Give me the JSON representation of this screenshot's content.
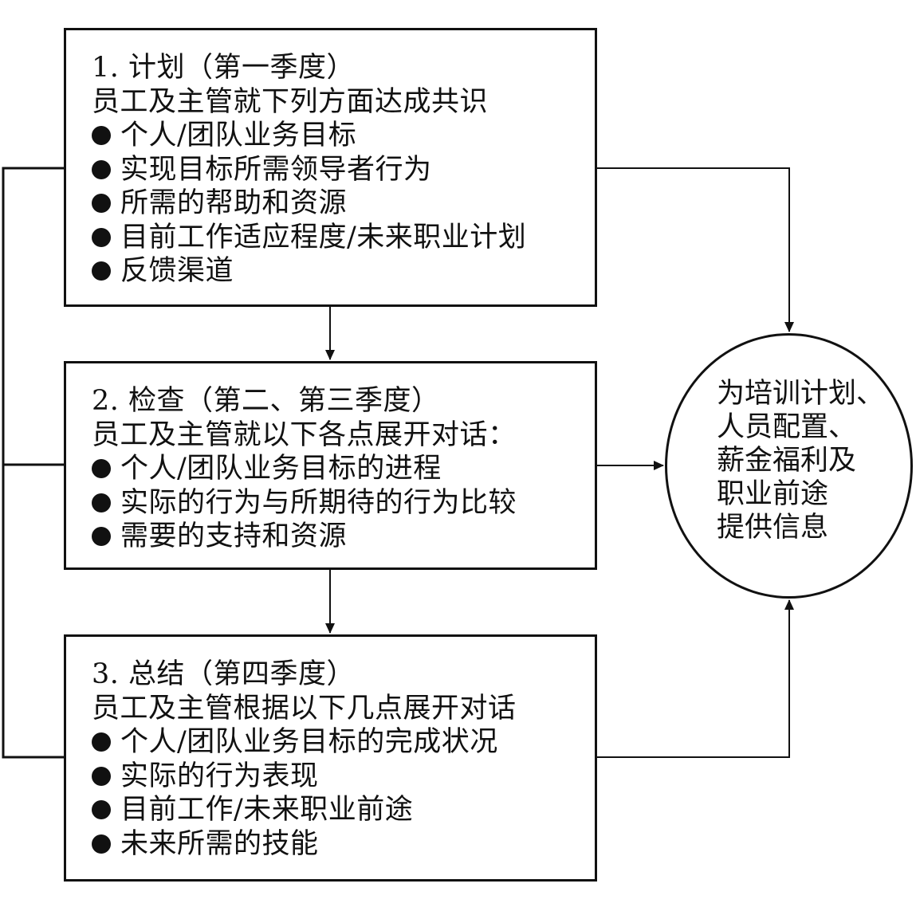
{
  "colors": {
    "line": "#111111",
    "background": "#ffffff"
  },
  "boxes": [
    {
      "title": "1. 计划（第一季度）",
      "subtitle": "员工及主管就下列方面达成共识",
      "items": [
        "个人/团队业务目标",
        "实现目标所需领导者行为",
        "所需的帮助和资源",
        "目前工作适应程度/未来职业计划",
        "反馈渠道"
      ]
    },
    {
      "title": "2. 检查（第二、第三季度）",
      "subtitle": "员工及主管就以下各点展开对话：",
      "items": [
        "个人/团队业务目标的进程",
        "实际的行为与所期待的行为比较",
        "需要的支持和资源"
      ]
    },
    {
      "title": "3. 总结（第四季度）",
      "subtitle": "员工及主管根据以下几点展开对话",
      "items": [
        "个人/团队业务目标的完成状况",
        "实际的行为表现",
        "目前工作/未来职业前途",
        "未来所需的技能"
      ]
    }
  ],
  "output": {
    "lines": [
      "为培训计划、",
      "人员配置、",
      "薪金福利及",
      "职业前途",
      "提供信息"
    ]
  }
}
